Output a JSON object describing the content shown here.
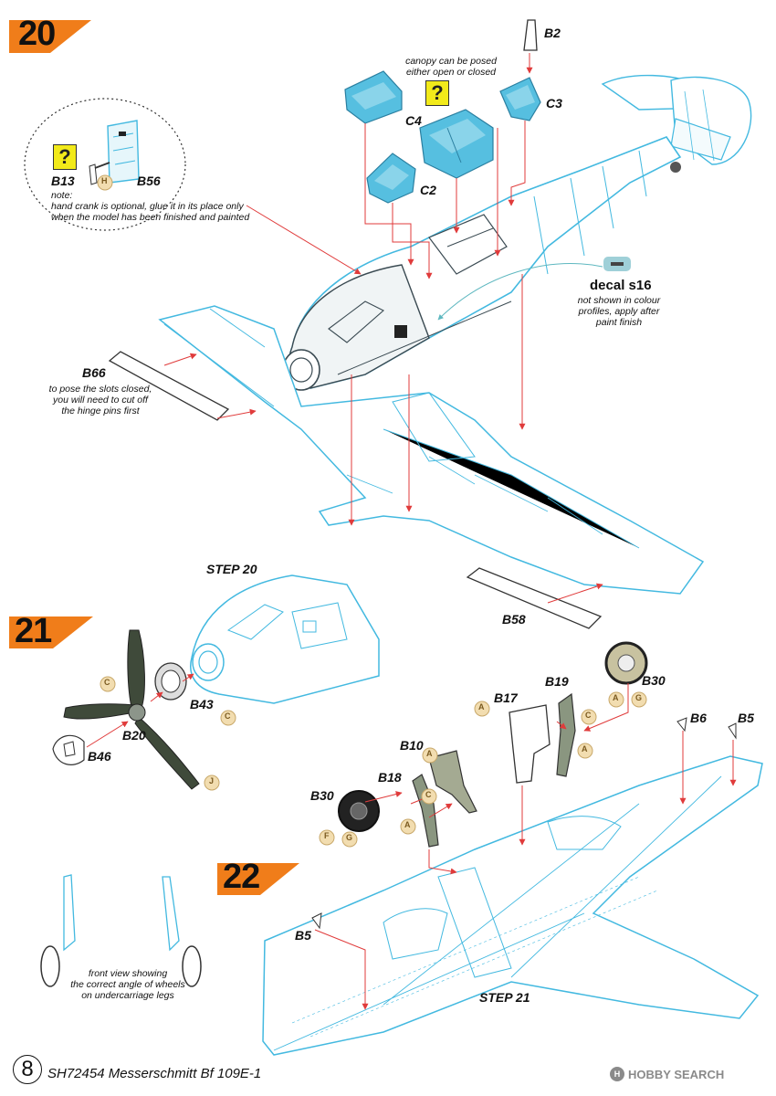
{
  "document": {
    "footer_title": "SH72454 Messerschmitt Bf 109E-1",
    "page_number": "8",
    "watermark": "HOBBY SEARCH",
    "watermark_logo": "H"
  },
  "colors": {
    "banner_orange": "#f07d1a",
    "part_blue": "#43b9e0",
    "canopy_blue": "#56bfe0",
    "arrow_red": "#e03b3b",
    "dark_green": "#3f4a3a",
    "decal_circle": "#f2ddb0",
    "question_yellow": "#f2ea1a"
  },
  "steps": [
    {
      "number": "20"
    },
    {
      "number": "21"
    },
    {
      "number": "22"
    }
  ],
  "step_refs": {
    "step20": "STEP 20",
    "step21": "STEP 21"
  },
  "parts": {
    "B2": "B2",
    "C3": "C3",
    "C4": "C4",
    "C2": "C2",
    "B13": "B13",
    "B56": "B56",
    "B66": "B66",
    "B58": "B58",
    "B43": "B43",
    "B20": "B20",
    "B46": "B46",
    "B30_top": "B30",
    "B19": "B19",
    "B17": "B17",
    "B10": "B10",
    "B18": "B18",
    "B30_left": "B30",
    "B6": "B6",
    "B5_right": "B5",
    "B5_left": "B5"
  },
  "notes": {
    "canopy_line1": "canopy can be posed",
    "canopy_line2": "either open or closed",
    "crank_line1": "note:",
    "crank_line2": "hand crank is optional, glue it in its place only",
    "crank_line3": "when the model has been finished and painted",
    "slots_line1": "to pose the slots closed,",
    "slots_line2": "you will need to cut off",
    "slots_line3": "the hinge pins first",
    "decal_title": "decal s16",
    "decal_line1": "not shown in colour",
    "decal_line2": "profiles, apply after",
    "decal_line3": "paint finish",
    "wheels_line1": "front view showing",
    "wheels_line2": "the correct angle of wheels",
    "wheels_line3": "on undercarriage legs"
  },
  "question_mark": "?",
  "color_callouts": {
    "H": "H",
    "C": "C",
    "J": "J",
    "A": "A",
    "G": "G",
    "F": "F"
  }
}
